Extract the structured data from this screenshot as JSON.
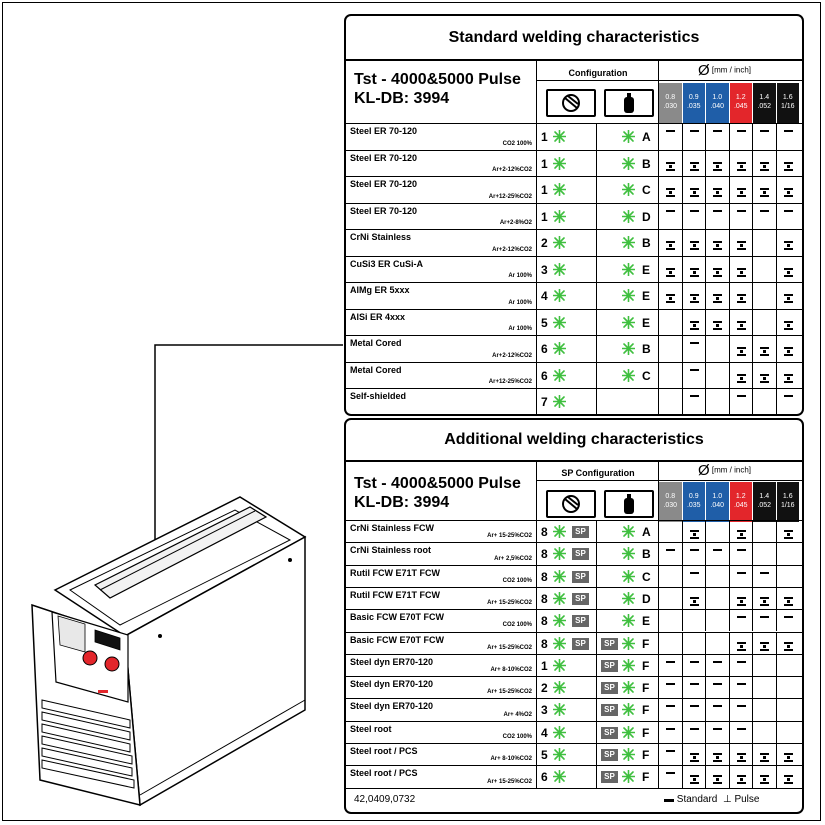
{
  "colors": {
    "green": "#3fbf3f",
    "c08": "#8a8a8a",
    "c09": "#1f5ea8",
    "c10": "#1f5ea8",
    "c12": "#e3262b",
    "c14": "#111111",
    "c16": "#111111"
  },
  "wire_cols": [
    {
      "a": "0.8",
      "b": ".030",
      "color": "#8a8a8a"
    },
    {
      "a": "0.9",
      "b": ".035",
      "color": "#1f5ea8"
    },
    {
      "a": "1.0",
      "b": ".040",
      "color": "#1f5ea8"
    },
    {
      "a": "1.2",
      "b": ".045",
      "color": "#e3262b"
    },
    {
      "a": "1.4",
      "b": ".052",
      "color": "#111111"
    },
    {
      "a": "1.6",
      "b": "1/16",
      "color": "#111111"
    }
  ],
  "diameter_symbol": "Ø",
  "diameter_unit": "[mm / inch]",
  "standard": {
    "title": "Standard welding characteristics",
    "model_line1": "Tst - 4000&5000 Pulse",
    "model_line2": "KL-DB: 3994",
    "config_label": "Configuration",
    "rows": [
      {
        "name": "Steel ER 70-120",
        "gas": "CO2 100%",
        "num": "1",
        "letter": "A",
        "cells": "SSSSSS"
      },
      {
        "name": "Steel ER 70-120",
        "gas": "Ar+2-12%CO2",
        "num": "1",
        "letter": "B",
        "cells": "PPPPPP"
      },
      {
        "name": "Steel ER 70-120",
        "gas": "Ar+12-25%CO2",
        "num": "1",
        "letter": "C",
        "cells": "PPPPPP"
      },
      {
        "name": "Steel ER 70-120",
        "gas": "Ar+2-8%O2",
        "num": "1",
        "letter": "D",
        "cells": "SSSSSS"
      },
      {
        "name": "CrNi Stainless",
        "gas": "Ar+2-12%CO2",
        "num": "2",
        "letter": "B",
        "cells": "PPPP-P"
      },
      {
        "name": "CuSi3 ER CuSi-A",
        "gas": "Ar 100%",
        "num": "3",
        "letter": "E",
        "cells": "PPPP-P"
      },
      {
        "name": "AlMg ER 5xxx",
        "gas": "Ar 100%",
        "num": "4",
        "letter": "E",
        "cells": "PPPP-P"
      },
      {
        "name": "AlSi ER 4xxx",
        "gas": "Ar 100%",
        "num": "5",
        "letter": "E",
        "cells": "-PPP-P"
      },
      {
        "name": "Metal Cored",
        "gas": "Ar+2-12%CO2",
        "num": "6",
        "letter": "B",
        "cells": "-S-PPP"
      },
      {
        "name": "Metal Cored",
        "gas": "Ar+12-25%CO2",
        "num": "6",
        "letter": "C",
        "cells": "-S-PPP"
      },
      {
        "name": "Self-shielded",
        "gas": "",
        "num": "7",
        "letter": "",
        "cells": "-S-S-S"
      }
    ]
  },
  "additional": {
    "title": "Additional welding characteristics",
    "model_line1": "Tst - 4000&5000 Pulse",
    "model_line2": "KL-DB: 3994",
    "config_label": "SP Configuration",
    "sp_label": "SP",
    "rows": [
      {
        "name": "CrNi Stainless FCW",
        "gas": "Ar+ 15-25%CO2",
        "num": "8",
        "sp1": true,
        "sp2": false,
        "letter": "A",
        "cells": "-P-P-P"
      },
      {
        "name": "CrNi Stainless root",
        "gas": "Ar+ 2,5%CO2",
        "num": "8",
        "sp1": true,
        "sp2": false,
        "letter": "B",
        "cells": "SSSS--"
      },
      {
        "name": "Rutil FCW E71T FCW",
        "gas": "CO2 100%",
        "num": "8",
        "sp1": true,
        "sp2": false,
        "letter": "C",
        "cells": "-S-SS-"
      },
      {
        "name": "Rutil FCW E71T FCW",
        "gas": "Ar+ 15-25%CO2",
        "num": "8",
        "sp1": true,
        "sp2": false,
        "letter": "D",
        "cells": "-P-PPP"
      },
      {
        "name": "Basic FCW E70T FCW",
        "gas": "CO2 100%",
        "num": "8",
        "sp1": true,
        "sp2": false,
        "letter": "E",
        "cells": "---SSS"
      },
      {
        "name": "Basic FCW E70T FCW",
        "gas": "Ar+ 15-25%CO2",
        "num": "8",
        "sp1": true,
        "sp2": true,
        "letter": "F",
        "cells": "---PPP"
      },
      {
        "name": "Steel dyn ER70-120",
        "gas": "Ar+ 8-10%CO2",
        "num": "1",
        "sp1": false,
        "sp2": true,
        "letter": "F",
        "cells": "SSSS--"
      },
      {
        "name": "Steel dyn ER70-120",
        "gas": "Ar+ 15-25%CO2",
        "num": "2",
        "sp1": false,
        "sp2": true,
        "letter": "F",
        "cells": "SSSS--"
      },
      {
        "name": "Steel dyn ER70-120",
        "gas": "Ar+ 4%O2",
        "num": "3",
        "sp1": false,
        "sp2": true,
        "letter": "F",
        "cells": "SSSS--"
      },
      {
        "name": "Steel root",
        "gas": "CO2 100%",
        "num": "4",
        "sp1": false,
        "sp2": true,
        "letter": "F",
        "cells": "SSSS--"
      },
      {
        "name": "Steel root / PCS",
        "gas": "Ar+ 8-10%CO2",
        "num": "5",
        "sp1": false,
        "sp2": true,
        "letter": "F",
        "cells": "SPPPPP"
      },
      {
        "name": "Steel root / PCS",
        "gas": "Ar+ 15-25%CO2",
        "num": "6",
        "sp1": false,
        "sp2": true,
        "letter": "F",
        "cells": "SPPPPP"
      }
    ],
    "footer_code": "42,0409,0732",
    "legend_standard": "Standard",
    "legend_pulse": "Pulse"
  }
}
